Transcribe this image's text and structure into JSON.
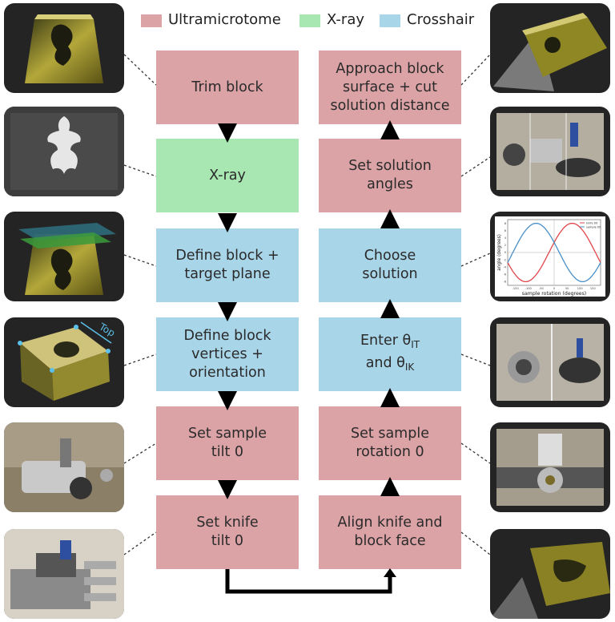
{
  "legend": [
    {
      "label": "Ultramicrotome",
      "color": "#dba3a6"
    },
    {
      "label": "X-ray",
      "color": "#a8e6b2"
    },
    {
      "label": "Crosshair",
      "color": "#a9d5e8"
    }
  ],
  "left_steps": [
    {
      "text": "Trim block",
      "category": "Ultramicrotome"
    },
    {
      "text": "X-ray",
      "category": "X-ray"
    },
    {
      "line1": "Define block +",
      "line2": "target plane",
      "category": "Crosshair"
    },
    {
      "line1": "Define block",
      "line2": "vertices +",
      "line3": "orientation",
      "category": "Crosshair"
    },
    {
      "line1": "Set sample",
      "line2": "tilt 0",
      "category": "Ultramicrotome"
    },
    {
      "line1": "Set knife",
      "line2": "tilt 0",
      "category": "Ultramicrotome"
    }
  ],
  "right_steps": [
    {
      "line1": "Approach block",
      "line2": "surface + cut",
      "line3": "solution distance",
      "category": "Ultramicrotome"
    },
    {
      "line1": "Set solution",
      "line2": "angles",
      "category": "Ultramicrotome"
    },
    {
      "line1": "Choose",
      "line2": "solution",
      "category": "Crosshair"
    },
    {
      "prefix": "Enter θ",
      "sub1": "IT",
      "mid": "and θ",
      "sub2": "IK",
      "category": "Crosshair"
    },
    {
      "line1": "Set sample",
      "line2": "rotation 0",
      "category": "Ultramicrotome"
    },
    {
      "line1": "Align knife and",
      "line2": "block face",
      "category": "Ultramicrotome"
    }
  ],
  "annotations": {
    "top_label": "Top"
  },
  "inset_plot": {
    "xlabel": "sample rotation (degrees)",
    "ylabel": "angle (degrees)",
    "legend": [
      "knife tilt",
      "sample tilt"
    ],
    "xticks": [
      "-150",
      "-100",
      "-50",
      "0",
      "50",
      "100",
      "150"
    ],
    "yticks": [
      "8",
      "6",
      "4",
      "2",
      "0",
      "-2",
      "-4",
      "-6",
      "-8"
    ],
    "series_colors": [
      "#e0474c",
      "#4a90c8"
    ]
  },
  "colors": {
    "ultramicrotome": "#dba3a6",
    "xray": "#a8e6b2",
    "crosshair": "#a9d5e8",
    "panel_bg": "#242424",
    "arrow": "#000000"
  }
}
